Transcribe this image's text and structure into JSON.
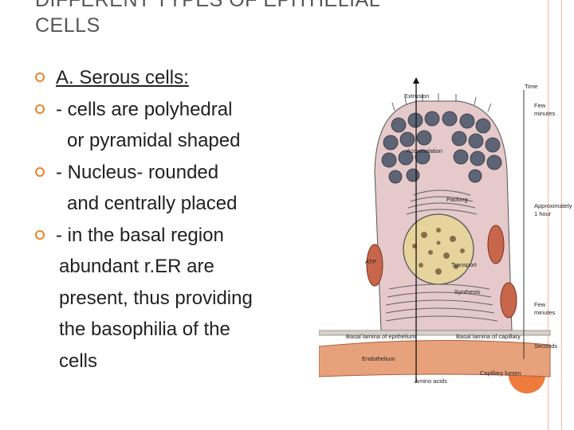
{
  "slide": {
    "title_line1": "DIFFERENT TYPES OF EPITHELIAL",
    "title_line2": "CELLS",
    "bullets": [
      {
        "lines": [
          "A. Serous cells:"
        ]
      },
      {
        "lines": [
          "- cells are polyhedral",
          "or pyramidal shaped"
        ]
      },
      {
        "lines": [
          "- Nucleus- rounded",
          "and centrally placed"
        ]
      },
      {
        "lines": [
          "- in the basal region",
          "abundant r.ER are",
          "present, thus providing",
          "the basophilia of the",
          "cells"
        ]
      }
    ]
  },
  "figure": {
    "labels": {
      "extrusion": "Extrusion",
      "accumulation": "Accumulation",
      "packing": "Packing",
      "atp": "ATP",
      "transport": "Transport",
      "synthesis": "Synthesis",
      "basal_lamina_epithelium": "Basal lamina of epithelium",
      "basal_lamina_capillary": "Basal lamina of capillary",
      "endothelium": "Endothelium",
      "capillary_lumen": "Capillary lumen",
      "amino_acids": "Amino acids",
      "time": "Time",
      "few_minutes_1a": "Few",
      "few_minutes_1b": "minutes",
      "approx_hour_a": "Approximately",
      "approx_hour_b": "1 hour",
      "few_minutes_2a": "Few",
      "few_minutes_2b": "minutes",
      "seconds": "Seconds"
    }
  },
  "colors": {
    "accent": "#e8842c",
    "title": "#555555",
    "text": "#222222",
    "cytoplasm": "#e6c9ca",
    "granule": "#5c6476",
    "nucleus": "#e7d49c",
    "mitochondria": "#c8664c",
    "capillary": "#e7a27c"
  }
}
